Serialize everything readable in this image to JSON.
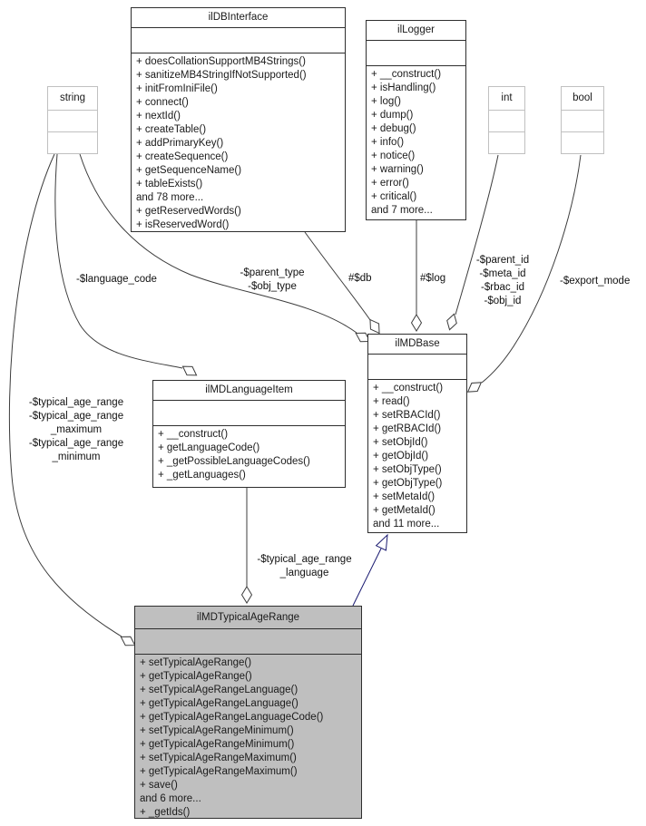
{
  "diagram": {
    "type": "uml-collaboration-diagram",
    "highlighted_class": "ilMDTypicalAgeRange",
    "colors": {
      "edge": "#3c3c3c",
      "inheritance_edge": "#191970",
      "highlight_fill": "#bfbfbf",
      "type_box_border": "#c0c0c0",
      "class_box_border": "#2e2e2e"
    }
  },
  "classes": {
    "ilDBInterface": {
      "title": "ilDBInterface",
      "methods": [
        "+ doesCollationSupportMB4Strings()",
        "+ sanitizeMB4StringIfNotSupported()",
        "+ initFromIniFile()",
        "+ connect()",
        "+ nextId()",
        "+ createTable()",
        "+ addPrimaryKey()",
        "+ createSequence()",
        "+ getSequenceName()",
        "+ tableExists()",
        "and 78 more...",
        "+ getReservedWords()",
        "+ isReservedWord()"
      ]
    },
    "ilLogger": {
      "title": "ilLogger",
      "methods": [
        "+ __construct()",
        "+ isHandling()",
        "+ log()",
        "+ dump()",
        "+ debug()",
        "+ info()",
        "+ notice()",
        "+ warning()",
        "+ error()",
        "+ critical()",
        "and 7 more..."
      ]
    },
    "ilMDBase": {
      "title": "ilMDBase",
      "methods": [
        "+ __construct()",
        "+ read()",
        "+ setRBACId()",
        "+ getRBACId()",
        "+ setObjId()",
        "+ getObjId()",
        "+ setObjType()",
        "+ getObjType()",
        "+ setMetaId()",
        "+ getMetaId()",
        "and 11 more..."
      ]
    },
    "ilMDLanguageItem": {
      "title": "ilMDLanguageItem",
      "methods": [
        "+ __construct()",
        "+ getLanguageCode()",
        "+ _getPossibleLanguageCodes()",
        "+ _getLanguages()"
      ]
    },
    "ilMDTypicalAgeRange": {
      "title": "ilMDTypicalAgeRange",
      "methods": [
        "+ setTypicalAgeRange()",
        "+ getTypicalAgeRange()",
        "+ setTypicalAgeRangeLanguage()",
        "+ getTypicalAgeRangeLanguage()",
        "+ getTypicalAgeRangeLanguageCode()",
        "+ setTypicalAgeRangeMinimum()",
        "+ getTypicalAgeRangeMinimum()",
        "+ setTypicalAgeRangeMaximum()",
        "+ getTypicalAgeRangeMaximum()",
        "+ save()",
        "and 6 more...",
        "+ _getIds()"
      ]
    },
    "string": {
      "title": "string"
    },
    "int": {
      "title": "int"
    },
    "bool": {
      "title": "bool"
    }
  },
  "edge_labels": {
    "language_code": "-$language_code",
    "parent_type": [
      "-$parent_type",
      "-$obj_type"
    ],
    "db": "#$db",
    "log": "#$log",
    "ids": [
      "-$parent_id",
      "-$meta_id",
      "-$rbac_id",
      "-$obj_id"
    ],
    "export_mode": "-$export_mode",
    "typical_age_range_left": [
      "-$typical_age_range",
      "-$typical_age_range",
      "_maximum",
      "-$typical_age_range",
      "_minimum"
    ],
    "typical_age_range_language": [
      "-$typical_age_range",
      "_language"
    ]
  }
}
